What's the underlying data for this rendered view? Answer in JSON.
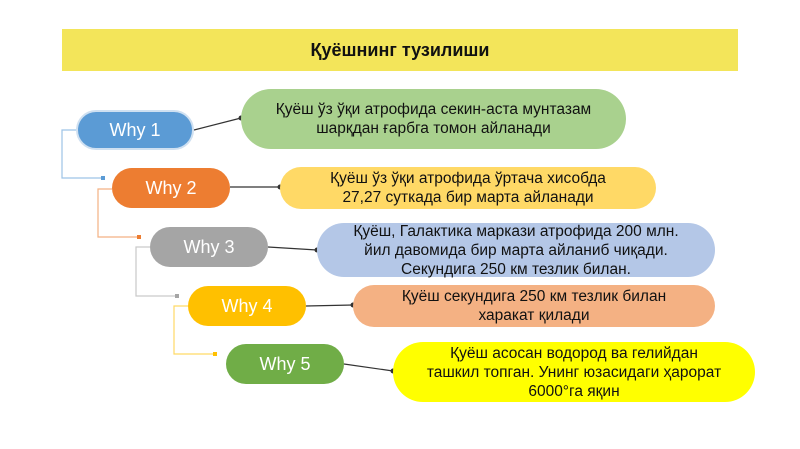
{
  "title": "Қуёшнинг тузилиши",
  "items": [
    {
      "label": "Why 1",
      "color": "#5b9bd5",
      "desc_color": "#a9d18e",
      "text_lines": [
        "Қуёш ўз ўқи атрофида секин-аста мунтазам",
        "шарқдан ғарбга томон айланади"
      ]
    },
    {
      "label": "Why 2",
      "color": "#ed7d31",
      "desc_color": "#ffd966",
      "text_lines": [
        "Қуёш ўз ўқи атрофида ўртача хисобда",
        "27,27 суткада бир марта айланади"
      ]
    },
    {
      "label": "Why 3",
      "color": "#a5a5a5",
      "desc_color": "#b4c7e7",
      "text_lines": [
        "Қуёш, Галактика маркази атрофида 200 млн.",
        "йил давомида бир марта айланиб чиқади.",
        "Секундига 250 км тезлик билан."
      ]
    },
    {
      "label": "Why 4",
      "color": "#ffc000",
      "desc_color": "#f4b183",
      "text_lines": [
        "Қуёш  секундига 250 км тезлик билан",
        "харакат қилади"
      ]
    },
    {
      "label": "Why 5",
      "color": "#70ad47",
      "desc_color": "#ffff00",
      "text_lines": [
        "Қуёш  асосан водород ва гелийдан",
        "ташкил топган. Унинг юзасидаги ҳарорат",
        "6000°га яқин"
      ]
    }
  ]
}
